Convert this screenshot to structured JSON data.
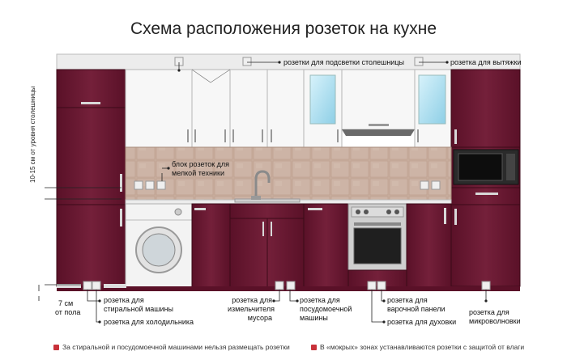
{
  "title": "Схема расположения розеток на кухне",
  "side_label": "10-15 см от уровня столешницы",
  "labels": {
    "backlight": "розетки для подсветки столешницы",
    "hood": "розетка для вытяжки",
    "small_block_1": "блок розеток для",
    "small_block_2": "мелкой техники",
    "floor_1": "7 см",
    "floor_2": "от пола",
    "washer_1": "розетка для",
    "washer_2": "стиральной машины",
    "fridge": "розетка для холодильника",
    "shredder_1": "розетка для",
    "shredder_2": "измельчителя",
    "shredder_3": "мусора",
    "dishwasher_1": "розетка для",
    "dishwasher_2": "посудомоечной",
    "dishwasher_3": "машины",
    "hob_1": "розетка для",
    "hob_2": "варочной панели",
    "oven": "розетка для духовки",
    "micro_1": "розетка для",
    "micro_2": "микроволновки"
  },
  "notes": [
    "За стиральной и посудомоечной машинами нельзя размещать розетки",
    "В «мокрых» зонах устанавливаются розетки с защитой от влаги"
  ],
  "colors": {
    "cabinet": "#6e1a33",
    "cabinet_dark": "#4e0f22",
    "tile": "#c9ae9f",
    "white_cabinet": "#f7f7f7",
    "warning": "#c8313a"
  }
}
